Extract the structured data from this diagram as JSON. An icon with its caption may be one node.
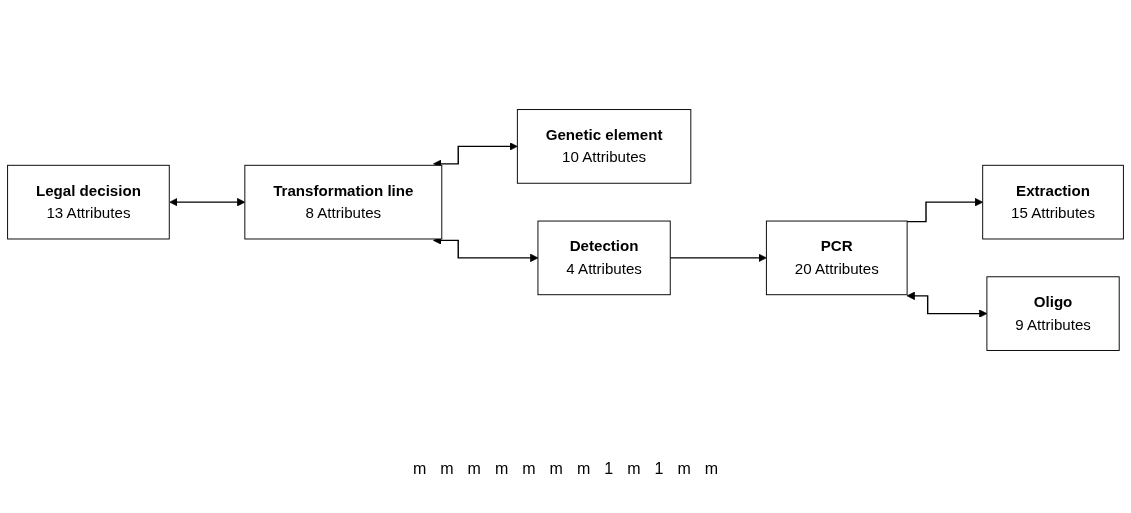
{
  "diagram": {
    "nodes": [
      {
        "text": [
          "Legal decision",
          "13 Attributes"
        ]
      },
      {
        "text": [
          "Genetic element",
          "10 Attributes"
        ]
      },
      {
        "text": [
          "Transformation line",
          "8 Attributes"
        ]
      },
      {
        "text": [
          "Detection",
          "4 Attributes"
        ]
      },
      {
        "text": [
          "PCR",
          "20 Attributes"
        ]
      },
      {
        "text": [
          "Extraction",
          "15 Attributes"
        ]
      },
      {
        "text": [
          "Oligo",
          "9 Attributes"
        ]
      }
    ],
    "edges": [
      {
        "from": 0,
        "to": 2,
        "arrow": "both"
      },
      {
        "from": 2,
        "to": 1,
        "arrow": "both"
      },
      {
        "from": 2,
        "to": 3,
        "arrow": "both"
      },
      {
        "from": 3,
        "to": 4,
        "arrow": "to"
      },
      {
        "from": 4,
        "to": 5,
        "arrow": "to"
      },
      {
        "from": 4,
        "to": 6,
        "arrow": "both"
      }
    ],
    "labels": [
      "m",
      "m",
      "m",
      "m",
      "m",
      "m",
      "m",
      "1",
      "m",
      "1",
      "m",
      "m"
    ]
  }
}
